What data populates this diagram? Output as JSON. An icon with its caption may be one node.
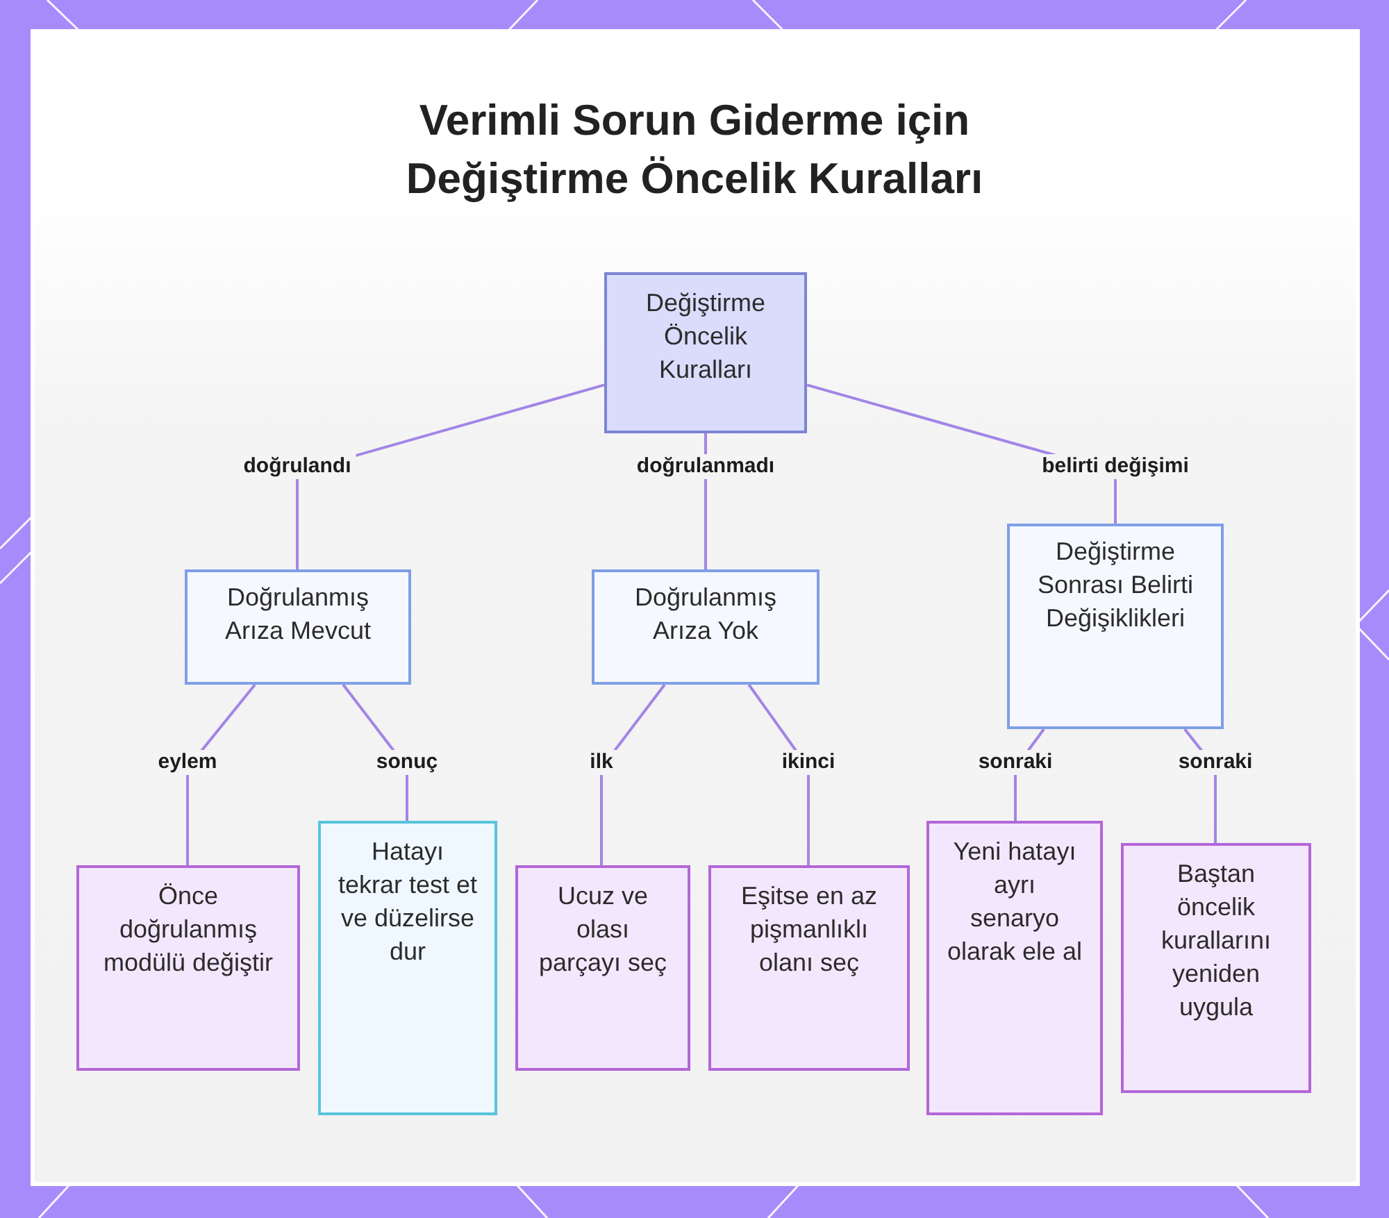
{
  "diagram": {
    "title": "Verimli Sorun Giderme için Değiştirme Öncelik Kuralları",
    "nodes": [
      {
        "text": [
          "Değiştirme Öncelik Kuralları"
        ]
      },
      {
        "text": [
          "Doğrulanmış Arıza Mevcut"
        ]
      },
      {
        "text": [
          "Doğrulanmış Arıza Yok"
        ]
      },
      {
        "text": [
          "Değiştirme Sonrası Belirti Değişiklikleri"
        ]
      },
      {
        "text": [
          "Önce doğrulanmış modülü değiştir"
        ]
      },
      {
        "text": [
          "Hatayı tekrar test et ve düzelirse dur"
        ]
      },
      {
        "text": [
          "Ucuz ve olası parçayı seç"
        ]
      },
      {
        "text": [
          "Eşitse en az pişmanlıklı olanı seç"
        ]
      },
      {
        "text": [
          "Yeni hatayı ayrı senaryo olarak ele al"
        ]
      },
      {
        "text": [
          "Baştan öncelik kurallarını yeniden uygula"
        ]
      }
    ],
    "edges": [
      {
        "from": 0,
        "to": 1,
        "arrow": "none",
        "label": "doğrulandı"
      },
      {
        "from": 0,
        "to": 2,
        "arrow": "none",
        "label": "doğrulanmadı"
      },
      {
        "from": 0,
        "to": 3,
        "arrow": "none",
        "label": "belirti değişimi"
      },
      {
        "from": 1,
        "to": 4,
        "arrow": "none",
        "label": "eylem"
      },
      {
        "from": 1,
        "to": 5,
        "arrow": "none",
        "label": "sonuç"
      },
      {
        "from": 2,
        "to": 6,
        "arrow": "none",
        "label": "ilk"
      },
      {
        "from": 2,
        "to": 7,
        "arrow": "none",
        "label": "ikinci"
      },
      {
        "from": 3,
        "to": 8,
        "arrow": "none",
        "label": "sonraki"
      },
      {
        "from": 3,
        "to": 9,
        "arrow": "none",
        "label": "sonraki"
      }
    ]
  }
}
